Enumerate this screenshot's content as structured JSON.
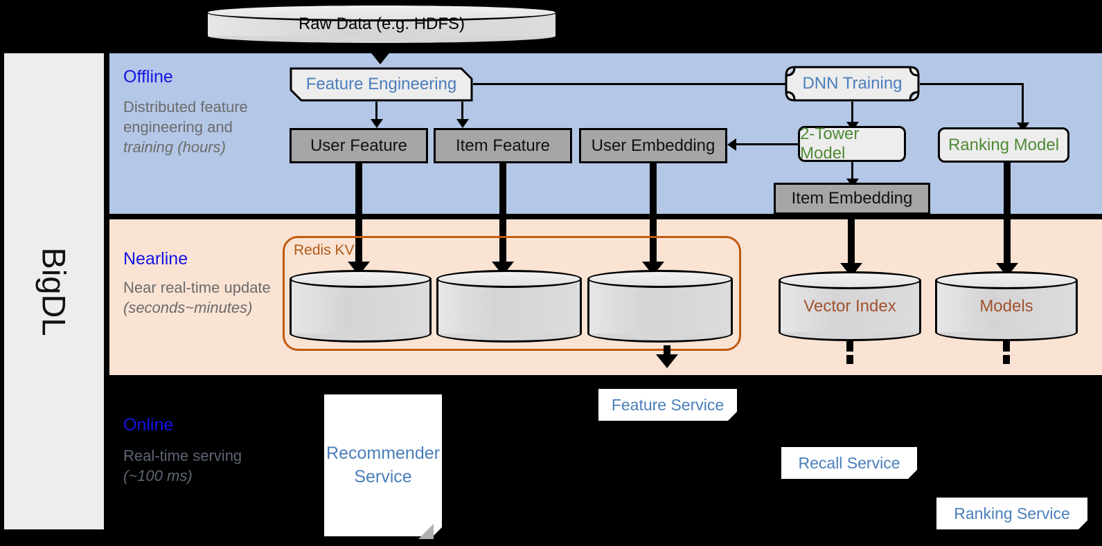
{
  "sidebar": {
    "label": "BigDL"
  },
  "source": {
    "raw_data": "Raw Data (e.g. HDFS)"
  },
  "bands": {
    "offline": {
      "title": "Offline",
      "subtitle": "Distributed feature engineering and training (hours)",
      "sub_plain": "Distributed feature engineering and ",
      "sub_italic": "training (hours)",
      "color": "#b4c7e7"
    },
    "nearline": {
      "title": "Nearline",
      "subtitle": "Near real-time update (seconds~minutes)",
      "sub_plain": "Near real-time update ",
      "sub_italic": "(seconds~minutes)",
      "color": "#fae3d3"
    },
    "online": {
      "title": "Online",
      "subtitle": "Real-time serving (~100 ms)",
      "sub_plain": "Real-time serving ",
      "sub_italic": "(~100 ms)",
      "color": "#000000"
    }
  },
  "offline": {
    "feature_engineering": "Feature Engineering",
    "dnn_training": "DNN Training",
    "user_feature": "User Feature",
    "item_feature": "Item Feature",
    "user_embedding": "User Embedding",
    "two_tower_model": "2-Tower Model",
    "ranking_model": "Ranking Model",
    "item_embedding": "Item Embedding"
  },
  "nearline": {
    "redis_kv": "Redis KV",
    "store_1": "",
    "store_2": "",
    "store_3": "",
    "vector_index": "Vector Index",
    "models": "Models"
  },
  "online": {
    "recommender_service": "Recommender Service",
    "feature_service": "Feature Service",
    "recall_service": "Recall Service",
    "ranking_service": "Ranking Service"
  },
  "colors": {
    "offline_bg": "#b4c7e7",
    "nearline_bg": "#fae3d3",
    "band_title": "#1414e6",
    "blue_text": "#4a7ebb",
    "green_text": "#4f8a34",
    "redis_orange": "#b15a17",
    "grey_box": "#a6a6a6",
    "light_box": "#ededed",
    "sidebar_bg": "#ededed"
  }
}
